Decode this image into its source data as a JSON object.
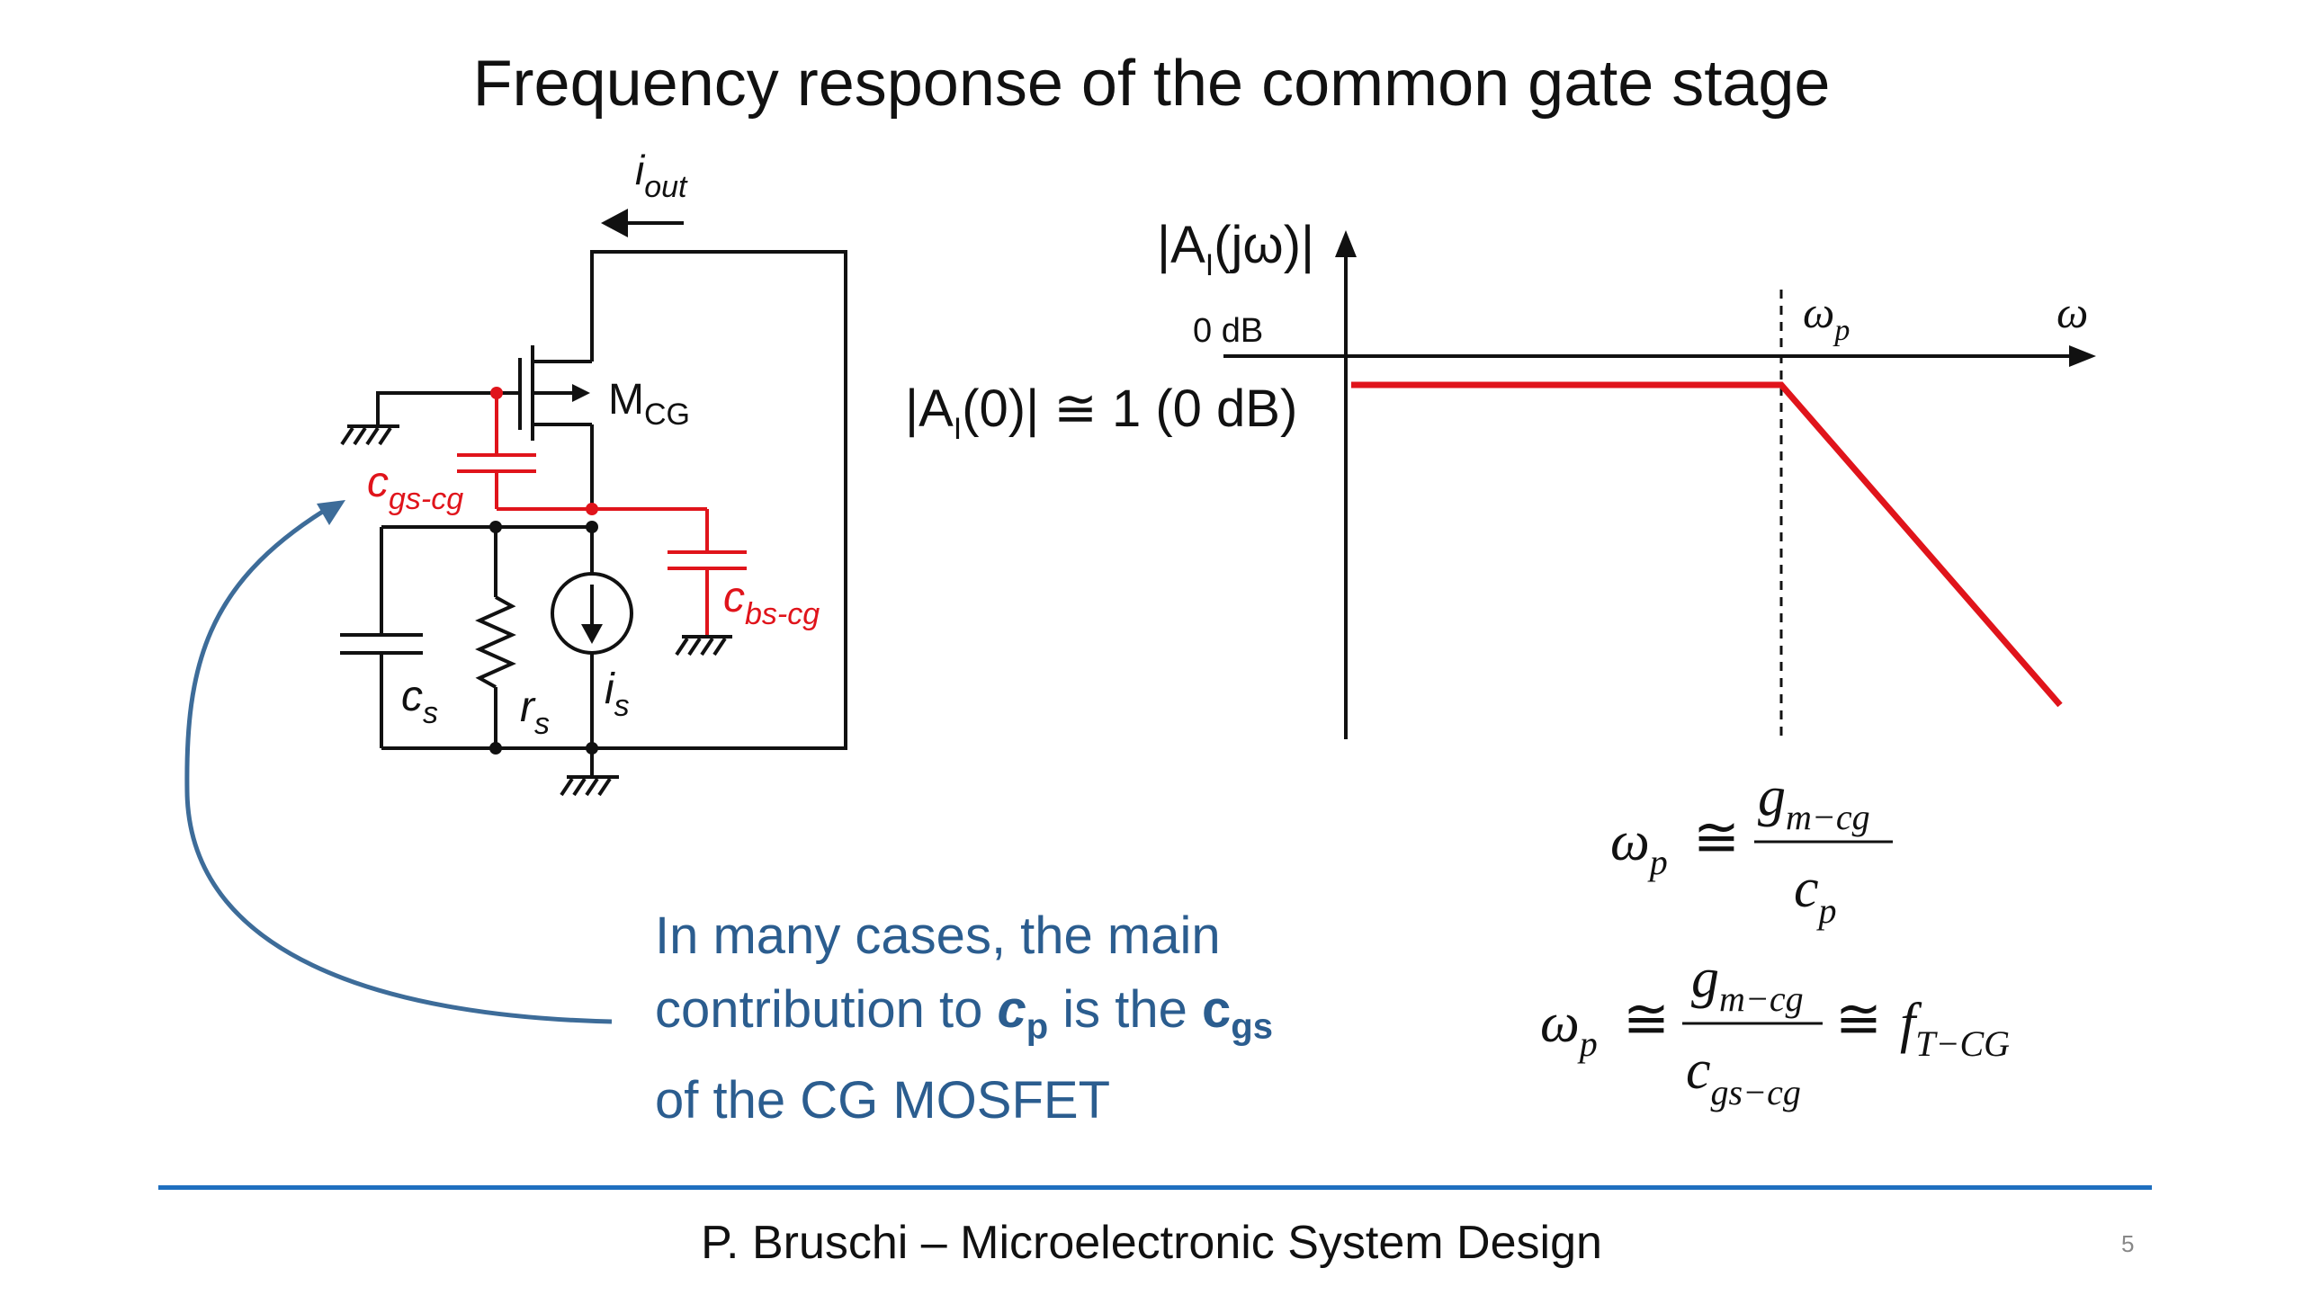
{
  "slide": {
    "title": "Frequency response of the common gate stage",
    "footer": "P. Bruschi – Microelectronic System Design",
    "page_number": "5"
  },
  "circuit": {
    "labels": {
      "iout_main": "i",
      "iout_sub": "out",
      "mcg_main": "M",
      "mcg_sub": "CG",
      "cgs_main": "c",
      "cgs_sub": "gs-cg",
      "cbs_main": "c",
      "cbs_sub": "bs-cg",
      "cs_main": "c",
      "cs_sub": "s",
      "rs_main": "r",
      "rs_sub": "s",
      "is_main": "i",
      "is_sub": "s"
    },
    "colors": {
      "wire": "#111111",
      "parasitic": "#e0141b",
      "arrow": "#3d6c99"
    }
  },
  "bode": {
    "ylabel_pre": "|A",
    "ylabel_sub": "I",
    "ylabel_post": "(jω)|",
    "zero_db": "0 dB",
    "omega_p_main": "ω",
    "omega_p_sub": "p",
    "omega_axis": "ω",
    "gain_pre": "|A",
    "gain_sub": "I",
    "gain_post": "(0)| ≅ 1  (0 dB)",
    "curve_color": "#e0141b"
  },
  "equations": {
    "eq1": {
      "lhs_main": "ω",
      "lhs_sub": "p",
      "rel": "≅",
      "num_main": "g",
      "num_sub": "m−cg",
      "den_main": "c",
      "den_sub": "p"
    },
    "eq2": {
      "lhs_main": "ω",
      "lhs_sub": "p",
      "rel": "≅",
      "num_main": "g",
      "num_sub": "m−cg",
      "den_main": "c",
      "den_sub": "gs−cg",
      "rel2": "≅",
      "rhs_main": "f",
      "rhs_sub": "T−CG"
    }
  },
  "note": {
    "line1": "In many cases, the main",
    "line2_a": "contribution to ",
    "line2_cp_main": "c",
    "line2_cp_sub": "p",
    "line2_b": " is the ",
    "line2_cgs_main": "c",
    "line2_cgs_sub": "gs",
    "line3": "of the CG MOSFET"
  }
}
